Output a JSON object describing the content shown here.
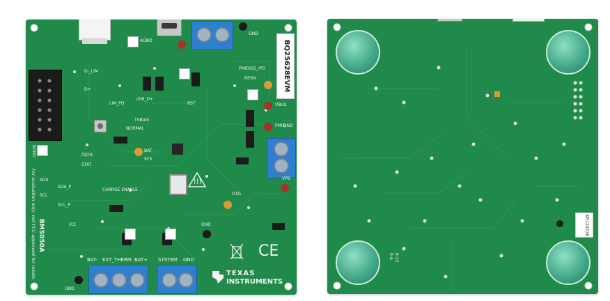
{
  "colors": {
    "pcb_green": "#1f8a4a",
    "pcb_dark": "#177a3f",
    "silkscreen": "#f2f2f2",
    "terminal_blue": "#2f7fd0",
    "header_black": "#1b1b1b",
    "copper_pad": "#d99a3a",
    "test_point_red": "#a8322b",
    "bumper_clear": "#4fb39a"
  },
  "front": {
    "product_label": "BQ25628EVM",
    "board_id": "BMS050A",
    "disclaimer": "For evaluation only; not FCC approved for resale.",
    "brand_line1": "TEXAS",
    "brand_line2": "INSTRUMENTS",
    "ce_mark": "CE",
    "labels": {
      "agnd_top": "AGND",
      "gnd_top": "GND",
      "regn": "REGN",
      "pmidgd_pg": "PMIDGD_/PG",
      "vbus": "VBUS",
      "pmid": "PMID",
      "gnd_right": "GND",
      "vpb": "VPB",
      "otg": "OTG",
      "agnd_left": "AGND",
      "d_lim": "D-_LIM",
      "d_plus": "D+",
      "lim_pd": "LIM_PD",
      "usb_d": "USB_D+",
      "bst": "BST",
      "tsbias": "TSBIAS",
      "normal": "NORMAL",
      "stat": "STAT",
      "qon": "/QON",
      "sda": "SDA",
      "scl": "SCL",
      "sda_p": "SDA_P",
      "scl_p": "SCL_P",
      "ce": "/CE",
      "charge_enable": "CHARGE ENABLE",
      "bat_plus": "BAT+",
      "bat_minus": "BAT-",
      "ext_therm": "EXT_THERM",
      "system": "SYSTEM",
      "gnd_bottom": "GND",
      "sys": "SYS",
      "bat": "BAT",
      "gnd_mid": "GND",
      "gnd_corner": "GND"
    }
  },
  "back": {
    "date_code": "8-22",
    "lot_code": "0-A",
    "serial_label": "KR120726"
  }
}
